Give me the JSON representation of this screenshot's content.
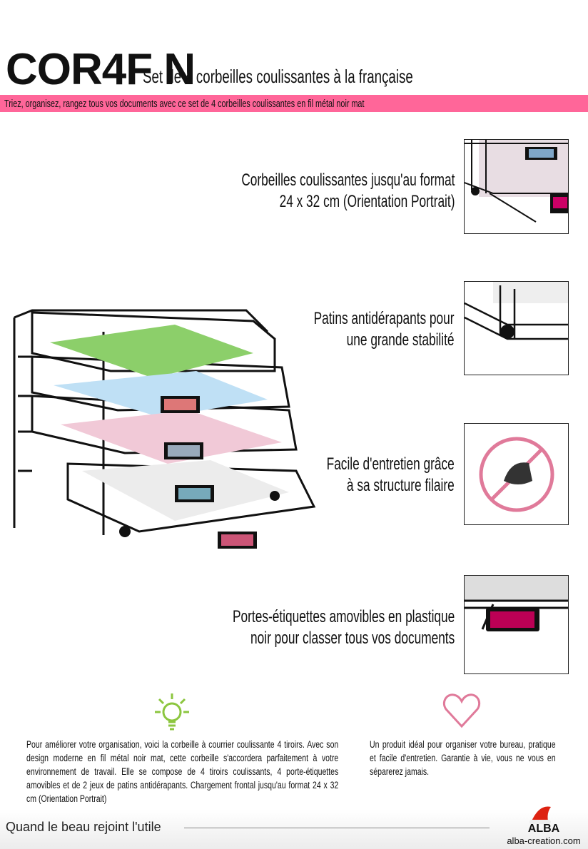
{
  "header": {
    "code": "COR4F N",
    "subtitle": "Set de 4 corbeilles coulissantes à la française",
    "band": "Triez, organisez, rangez tous vos documents avec ce set de 4 corbeilles coulissantes en fil métal noir mat"
  },
  "features": [
    {
      "lines": [
        "Corbeilles coulissantes jusqu'au format",
        "24 x 32 cm (Orientation Portrait)"
      ]
    },
    {
      "lines": [
        "Patins antidérapants pour",
        "une grande stabilité"
      ]
    },
    {
      "lines": [
        "Facile d'entretien grâce",
        "à sa structure filaire"
      ]
    },
    {
      "lines": [
        "Portes-étiquettes amovibles en plastique",
        "noir pour classer tous vos documents"
      ]
    }
  ],
  "colors": {
    "accent": "#ff6699",
    "icon_green": "#8cc63f",
    "icon_pink": "#e07a9a"
  },
  "description_left": "Pour améliorer votre organisation, voici la corbeille à courrier coulissante 4 tiroirs. Avec son design moderne en fil métal noir mat, cette corbeille s'accordera parfaitement à votre environnement de travail. Elle se compose de 4 tiroirs coulissants, 4 porte-étiquettes amovibles et de 2 jeux de patins antidérapants. Chargement frontal jusqu'au format 24 x 32 cm (Orientation Portrait)",
  "description_right": "Un produit idéal pour organiser votre bureau, pratique et facile d'entretien. Garantie à vie, vous ne vous en séparerez jamais.",
  "footer": {
    "tagline": "Quand le beau rejoint l'utile",
    "brand": "ALBA",
    "url": "alba-creation.com"
  }
}
